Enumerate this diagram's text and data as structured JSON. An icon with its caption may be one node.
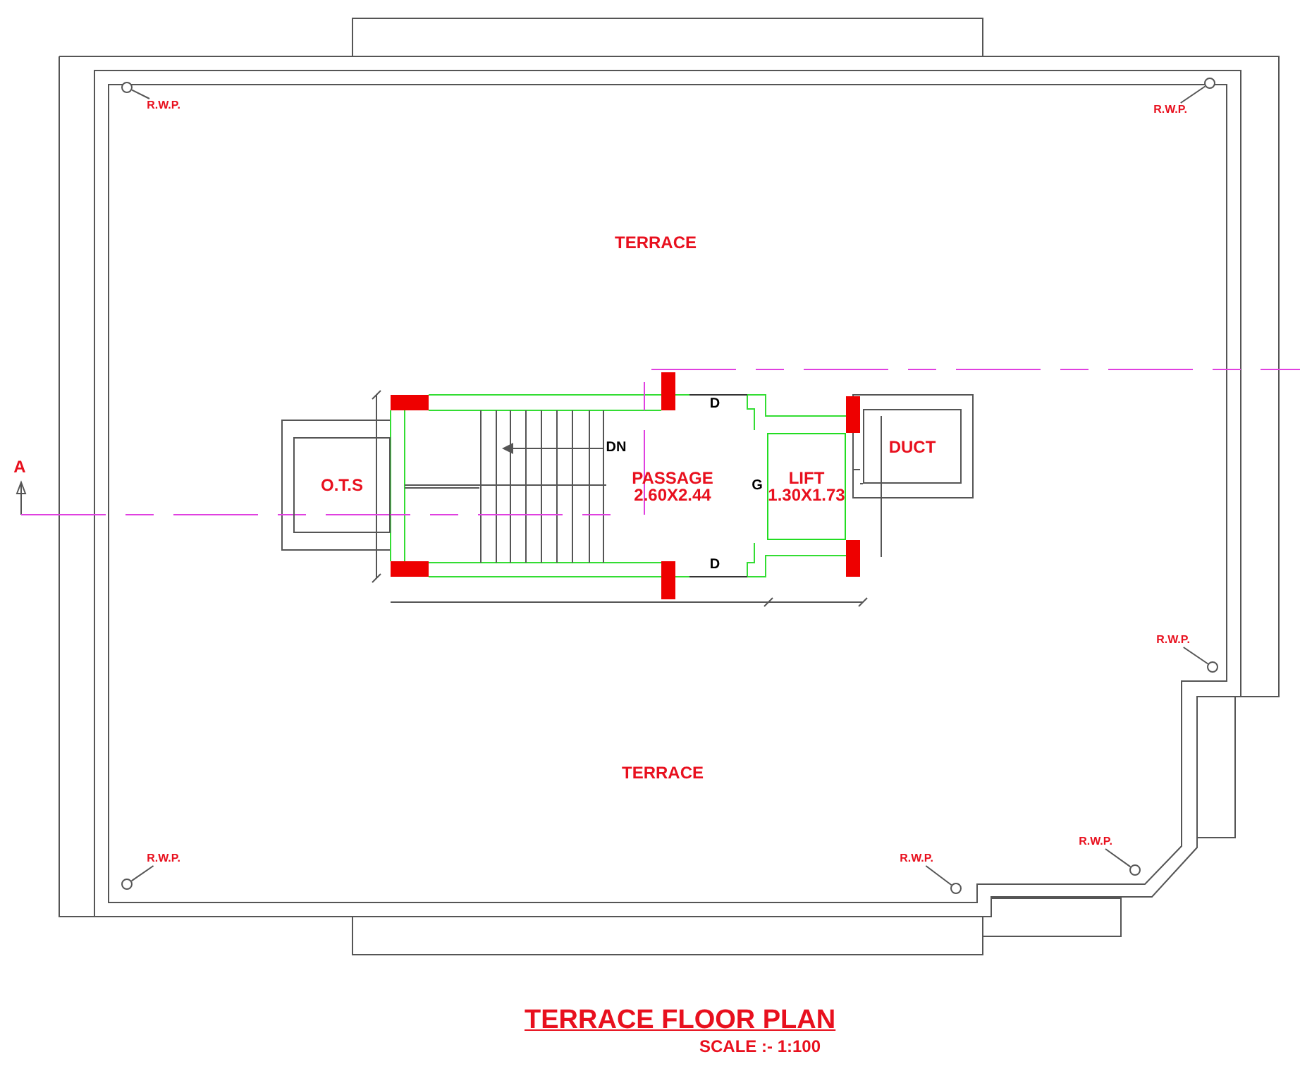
{
  "diagram": {
    "title": "TERRACE FLOOR PLAN",
    "caption": "SCALE :- 1:100",
    "nodes": [
      {
        "text": [
          "O.T.S"
        ]
      },
      {
        "text": [
          "PASSAGE",
          "2.60X2.44"
        ]
      },
      {
        "text": [
          "LIFT",
          "1.30X1.73"
        ]
      },
      {
        "text": [
          "DUCT"
        ]
      },
      {
        "text": [
          "R.W.P."
        ]
      },
      {
        "text": [],
        "shape": "circle"
      },
      {
        "text": [
          "R.W.P."
        ]
      },
      {
        "text": [],
        "shape": "circle"
      },
      {
        "text": [
          "R.W.P."
        ]
      },
      {
        "text": [],
        "shape": "circle"
      },
      {
        "text": [
          "R.W.P."
        ]
      },
      {
        "text": [],
        "shape": "circle"
      },
      {
        "text": [
          "R.W.P."
        ]
      },
      {
        "text": [],
        "shape": "circle"
      },
      {
        "text": [
          "R.W.P."
        ]
      },
      {
        "text": [],
        "shape": "circle"
      }
    ],
    "edges": [
      {
        "from": 4,
        "to": 5,
        "arrow": "none"
      },
      {
        "from": 6,
        "to": 7,
        "arrow": "none"
      },
      {
        "from": 8,
        "to": 9,
        "arrow": "none"
      },
      {
        "from": 10,
        "to": 11,
        "arrow": "none"
      },
      {
        "from": 12,
        "to": 13,
        "arrow": "none"
      },
      {
        "from": 14,
        "to": 15,
        "arrow": "none"
      }
    ],
    "labels": [
      "TERRACE",
      "D",
      "DN",
      "A",
      "G",
      "D",
      "TERRACE"
    ]
  }
}
